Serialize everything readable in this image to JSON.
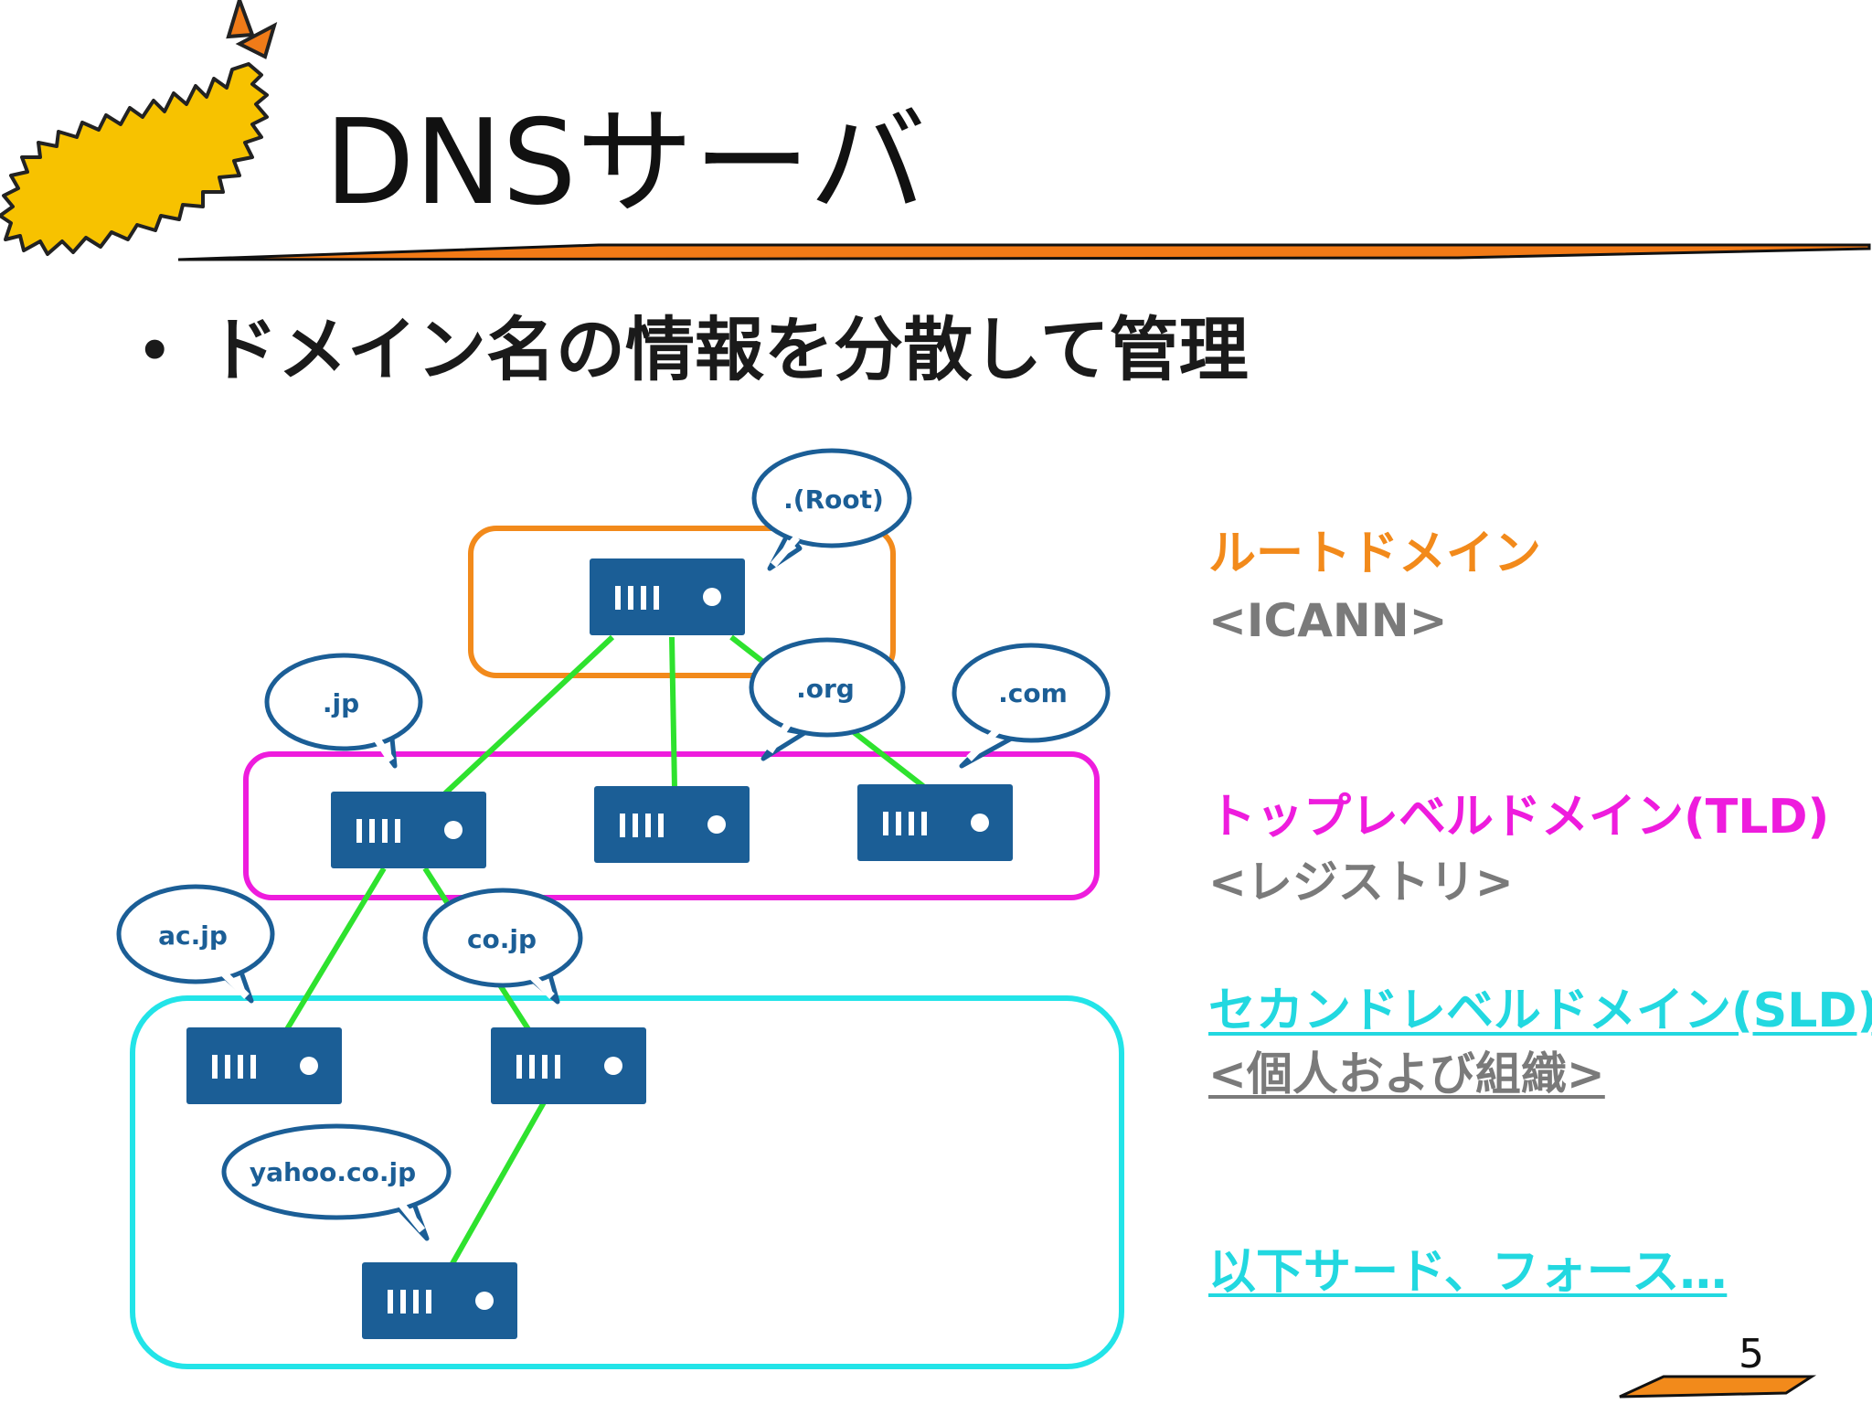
{
  "slide": {
    "title": "DNSサーバ",
    "bullet": "ドメイン名の情報を分散して管理",
    "page_number": "5"
  },
  "diagram": {
    "bubbles": {
      "root": ".(Root)",
      "jp": ".jp",
      "org": ".org",
      "com": ".com",
      "acjp": "ac.jp",
      "cojp": "co.jp",
      "yahoo": "yahoo.co.jp"
    },
    "colors": {
      "root": "#f28a1b",
      "tld": "#ee1cdd",
      "sld": "#22e4e8",
      "server": "#1b5e96",
      "link": "#2ee22e",
      "bubble": "#1b5e96"
    }
  },
  "legend": {
    "root": {
      "name": "ルートドメイン",
      "org": "<ICANN>"
    },
    "tld": {
      "name": "トップレベルドメイン(TLD)",
      "org": "<レジストリ>"
    },
    "sld": {
      "name": "セカンドレベルドメイン(SLD)",
      "org": "<個人および組織>"
    },
    "rest": {
      "name": "以下サード、フォース…"
    }
  }
}
